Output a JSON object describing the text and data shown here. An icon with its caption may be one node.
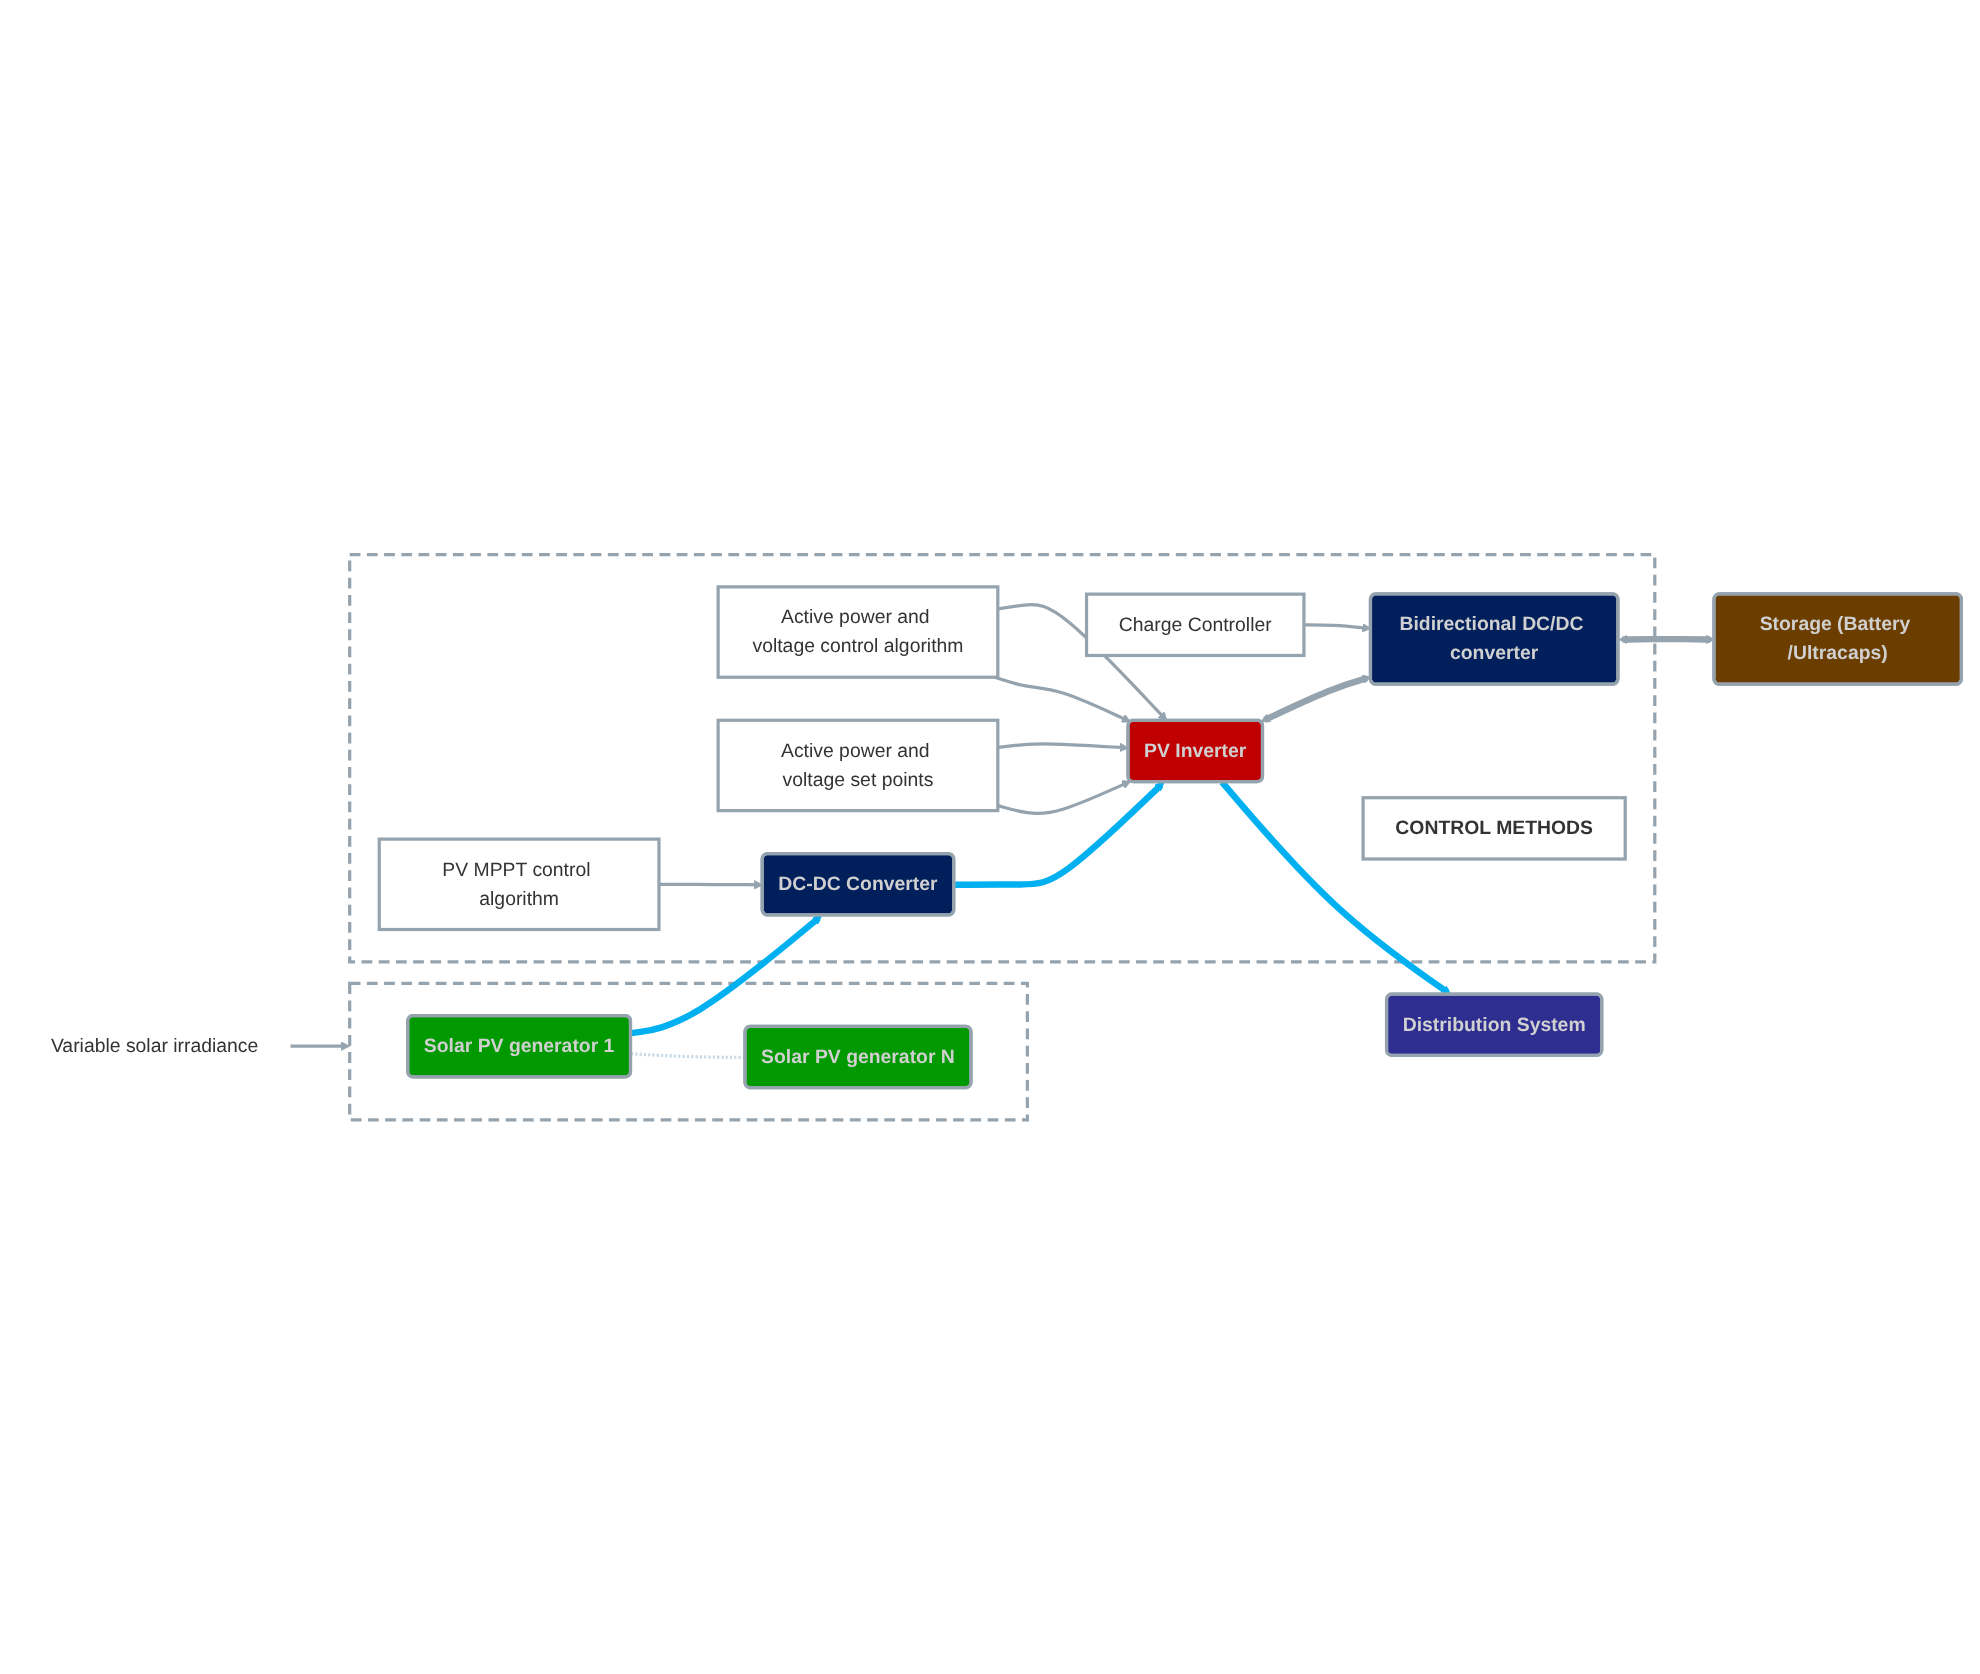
{
  "diagram": {
    "nodes": [
      {
        "text": [
          "Variable solar irradiance"
        ]
      },
      {
        "text": [],
        "shape": "box"
      },
      {
        "text": [
          "Solar PV generator 1"
        ],
        "in": 1
      },
      {
        "text": [
          "Solar PV generator N"
        ],
        "in": 1
      },
      {
        "text": [],
        "shape": "box"
      },
      {
        "text": [
          "Bidirectional DC/DC converter"
        ],
        "in": 4
      },
      {
        "text": [
          "Storage (Battery /Ultracaps)"
        ]
      },
      {
        "text": [
          "Charge Controller"
        ],
        "in": 4
      },
      {
        "text": [
          "Active power and voltage set points"
        ],
        "in": 4
      },
      {
        "text": [
          "DC-DC Converter"
        ],
        "in": 4
      },
      {
        "text": [
          "PV Inverter"
        ],
        "in": 4
      },
      {
        "text": [
          "Distribution System"
        ]
      },
      {
        "text": [
          "PV MPPT control algorithm"
        ],
        "in": 4
      },
      {
        "text": [
          "Active power and voltage control algorithm"
        ],
        "in": 4
      },
      {
        "text": [
          "CONTROL METHODS"
        ],
        "in": 4
      }
    ],
    "edges": [
      {
        "from": 0,
        "to": 1,
        "arrow": "to"
      },
      {
        "from": 2,
        "to": 3,
        "arrow": "none",
        "style": "dashed",
        "color": "#c5d9e8"
      },
      {
        "from": 2,
        "to": 9,
        "arrow": "to",
        "style": "thick",
        "color": "#00b0f0"
      },
      {
        "from": 9,
        "to": 10,
        "arrow": "to",
        "style": "thick",
        "color": "#00b0f0"
      },
      {
        "from": 10,
        "to": 11,
        "arrow": "to",
        "style": "thick",
        "color": "#00b0f0"
      },
      {
        "from": 5,
        "to": 6,
        "arrow": "both",
        "style": "thick"
      },
      {
        "from": 10,
        "to": 5,
        "arrow": "both",
        "style": "thick"
      },
      {
        "from": 7,
        "to": 5,
        "arrow": "to"
      },
      {
        "from": 8,
        "to": 10,
        "arrow": "to"
      },
      {
        "from": 8,
        "to": 10,
        "arrow": "to"
      },
      {
        "from": 12,
        "to": 9,
        "arrow": "to"
      },
      {
        "from": 13,
        "to": 10,
        "arrow": "to"
      },
      {
        "from": 13,
        "to": 10,
        "arrow": "to"
      }
    ]
  }
}
